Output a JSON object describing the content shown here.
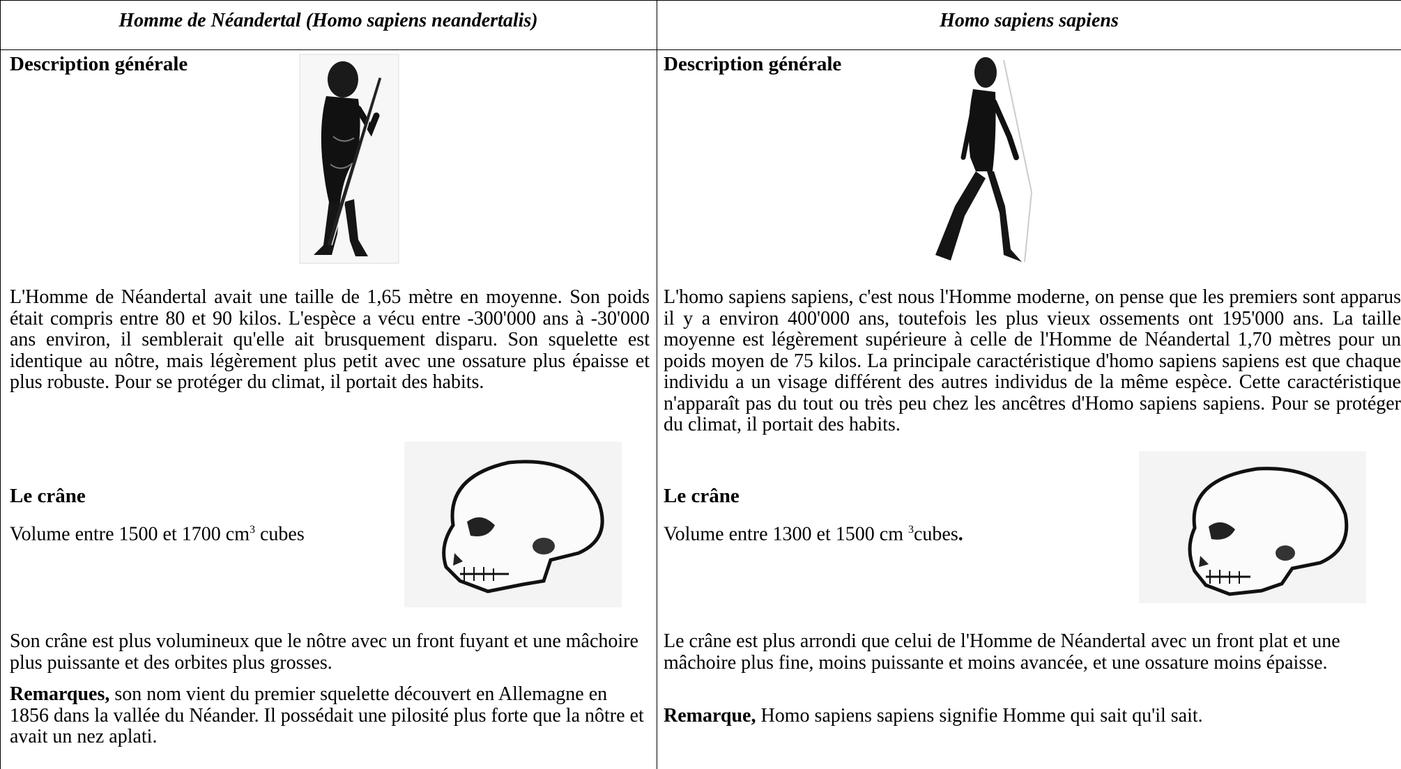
{
  "columns": [
    {
      "header": "Homme de Néandertal (Homo sapiens neandertalis)",
      "description_title": "Description générale",
      "description_text": "L'Homme de Néandertal avait une taille de 1,65 mètre en moyenne. Son poids était compris entre 80 et 90 kilos. L'espèce a vécu entre -300'000 ans à -30'000 ans environ, il semblerait qu'elle ait brusquement disparu. Son squelette est identique au nôtre, mais légèrement plus petit avec une ossature plus épaisse et plus robuste. Pour se protéger du climat, il portait des habits.",
      "skull_title": "Le crâne",
      "volume_prefix": "Volume entre 1500  et 1700 cm",
      "volume_sup": "3",
      "volume_suffix": " cubes",
      "skull_text": "Son crâne est plus volumineux que le nôtre avec un front fuyant et une mâchoire plus puissante et des orbites plus grosses.",
      "remark_label": "Remarques,",
      "remark_text": " son nom vient du premier squelette découvert en Allemagne en 1856 dans la vallée du Néander. Il possédait une pilosité plus forte que la nôtre et avait un nez aplati."
    },
    {
      "header": "Homo sapiens sapiens",
      "description_title": "Description générale",
      "description_text": "L'homo sapiens sapiens, c'est nous l'Homme moderne, on pense que les premiers sont apparus il y a environ 400'000 ans, toutefois les plus vieux ossements ont 195'000 ans. La taille moyenne est légèrement supérieure à celle de l'Homme de Néandertal 1,70 mètres pour un poids moyen de 75 kilos. La principale caractéristique d'homo sapiens sapiens est que chaque individu a un visage différent des autres individus de la même espèce. Cette caractéristique n'apparaît pas du tout ou très peu chez les ancêtres d'Homo sapiens sapiens. Pour se protéger du climat, il portait des habits.",
      "skull_title": "Le crâne",
      "volume_prefix": "Volume entre 1300  et 1500 cm ",
      "volume_sup": "3",
      "volume_suffix": "cubes",
      "volume_period": ".",
      "skull_text": "Le crâne est plus arrondi que celui de l'Homme de Néandertal avec un front plat et une mâchoire plus fine, moins puissante et moins avancée, et une ossature moins épaisse.",
      "remark_label": "Remarque,",
      "remark_text": " Homo sapiens sapiens signifie Homme qui sait qu'il sait."
    }
  ],
  "illustrations": {
    "neanderthal_figure": "neanderthal-figure-drawing",
    "sapiens_figure": "sapiens-figure-drawing",
    "neanderthal_skull": "neanderthal-skull-drawing",
    "sapiens_skull": "sapiens-skull-drawing"
  }
}
